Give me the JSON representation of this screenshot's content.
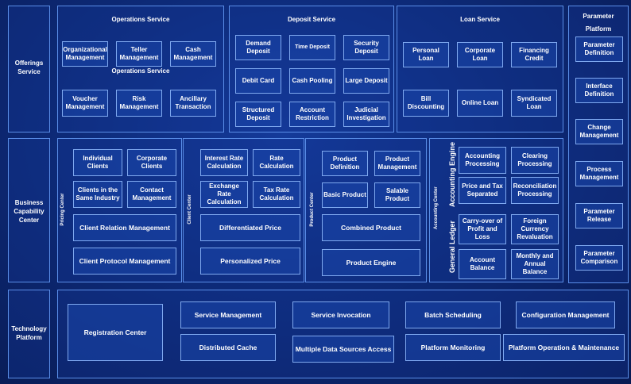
{
  "layers": {
    "offerings": "Offerings Service",
    "business": "Business Capability Center",
    "technology": "Technology Platform"
  },
  "operations": {
    "title": "Operations Service",
    "subtitle": "Operations Service",
    "items": [
      "Organizational Management",
      "Teller Management",
      "Cash Management",
      "Voucher Management",
      "Risk Management",
      "Ancillary Transaction"
    ]
  },
  "deposit": {
    "title": "Deposit Service",
    "items": [
      "Demand Deposit",
      "Time Deposit",
      "Security Deposit",
      "Debit Card",
      "Cash Pooling",
      "Large Deposit",
      "Structured Deposit",
      "Account Restriction",
      "Judicial Investigation"
    ]
  },
  "loan": {
    "title": "Loan Service",
    "items": [
      "Personal Loan",
      "Corporate Loan",
      "Financing Credit",
      "Bill Discounting",
      "Online Loan",
      "Syndicated Loan"
    ]
  },
  "parameter": {
    "title": "Parameter Platform",
    "items": [
      "Parameter Definition",
      "Interface Definition",
      "Change Management",
      "Process Management",
      "Parameter Release",
      "Parameter Comparison"
    ]
  },
  "pricing": {
    "label": "Pricing Center",
    "items": [
      "Individual Clients",
      "Corporate Clients",
      "Clients in the Same Industry",
      "Contact Management",
      "Client Relation Management",
      "Client Protocol Management"
    ]
  },
  "client": {
    "label": "Client Center",
    "items": [
      "Interest Rate Calculation",
      "Rate Calculation",
      "Exchange Rate Calculation",
      "Tax Rate Calculation",
      "Differentiated Price",
      "Personalized Price"
    ]
  },
  "product": {
    "label": "Product Center",
    "items": [
      "Product Definition",
      "Product Management",
      "Basic Product",
      "Salable Product",
      "Combined Product",
      "Product Engine"
    ]
  },
  "accounting": {
    "label": "Accounting Center",
    "engine_label": "Accounting Engine",
    "ledger_label": "General Ledger",
    "items": [
      "Accounting Processing",
      "Clearing Processing",
      "Price and Tax Separated",
      "Reconciliation Processing",
      "Carry-over of Profit and Loss",
      "Foreign Currency Revaluation",
      "Account Balance",
      "Monthly and Annual Balance"
    ]
  },
  "tech": {
    "items": [
      "Registration Center",
      "Service Management",
      "Service Invocation",
      "Batch Scheduling",
      "Configuration Management",
      "Distributed Cache",
      "Multiple Data Sources Access",
      "Platform Monitoring",
      "Platform Operation & Maintenance"
    ]
  }
}
